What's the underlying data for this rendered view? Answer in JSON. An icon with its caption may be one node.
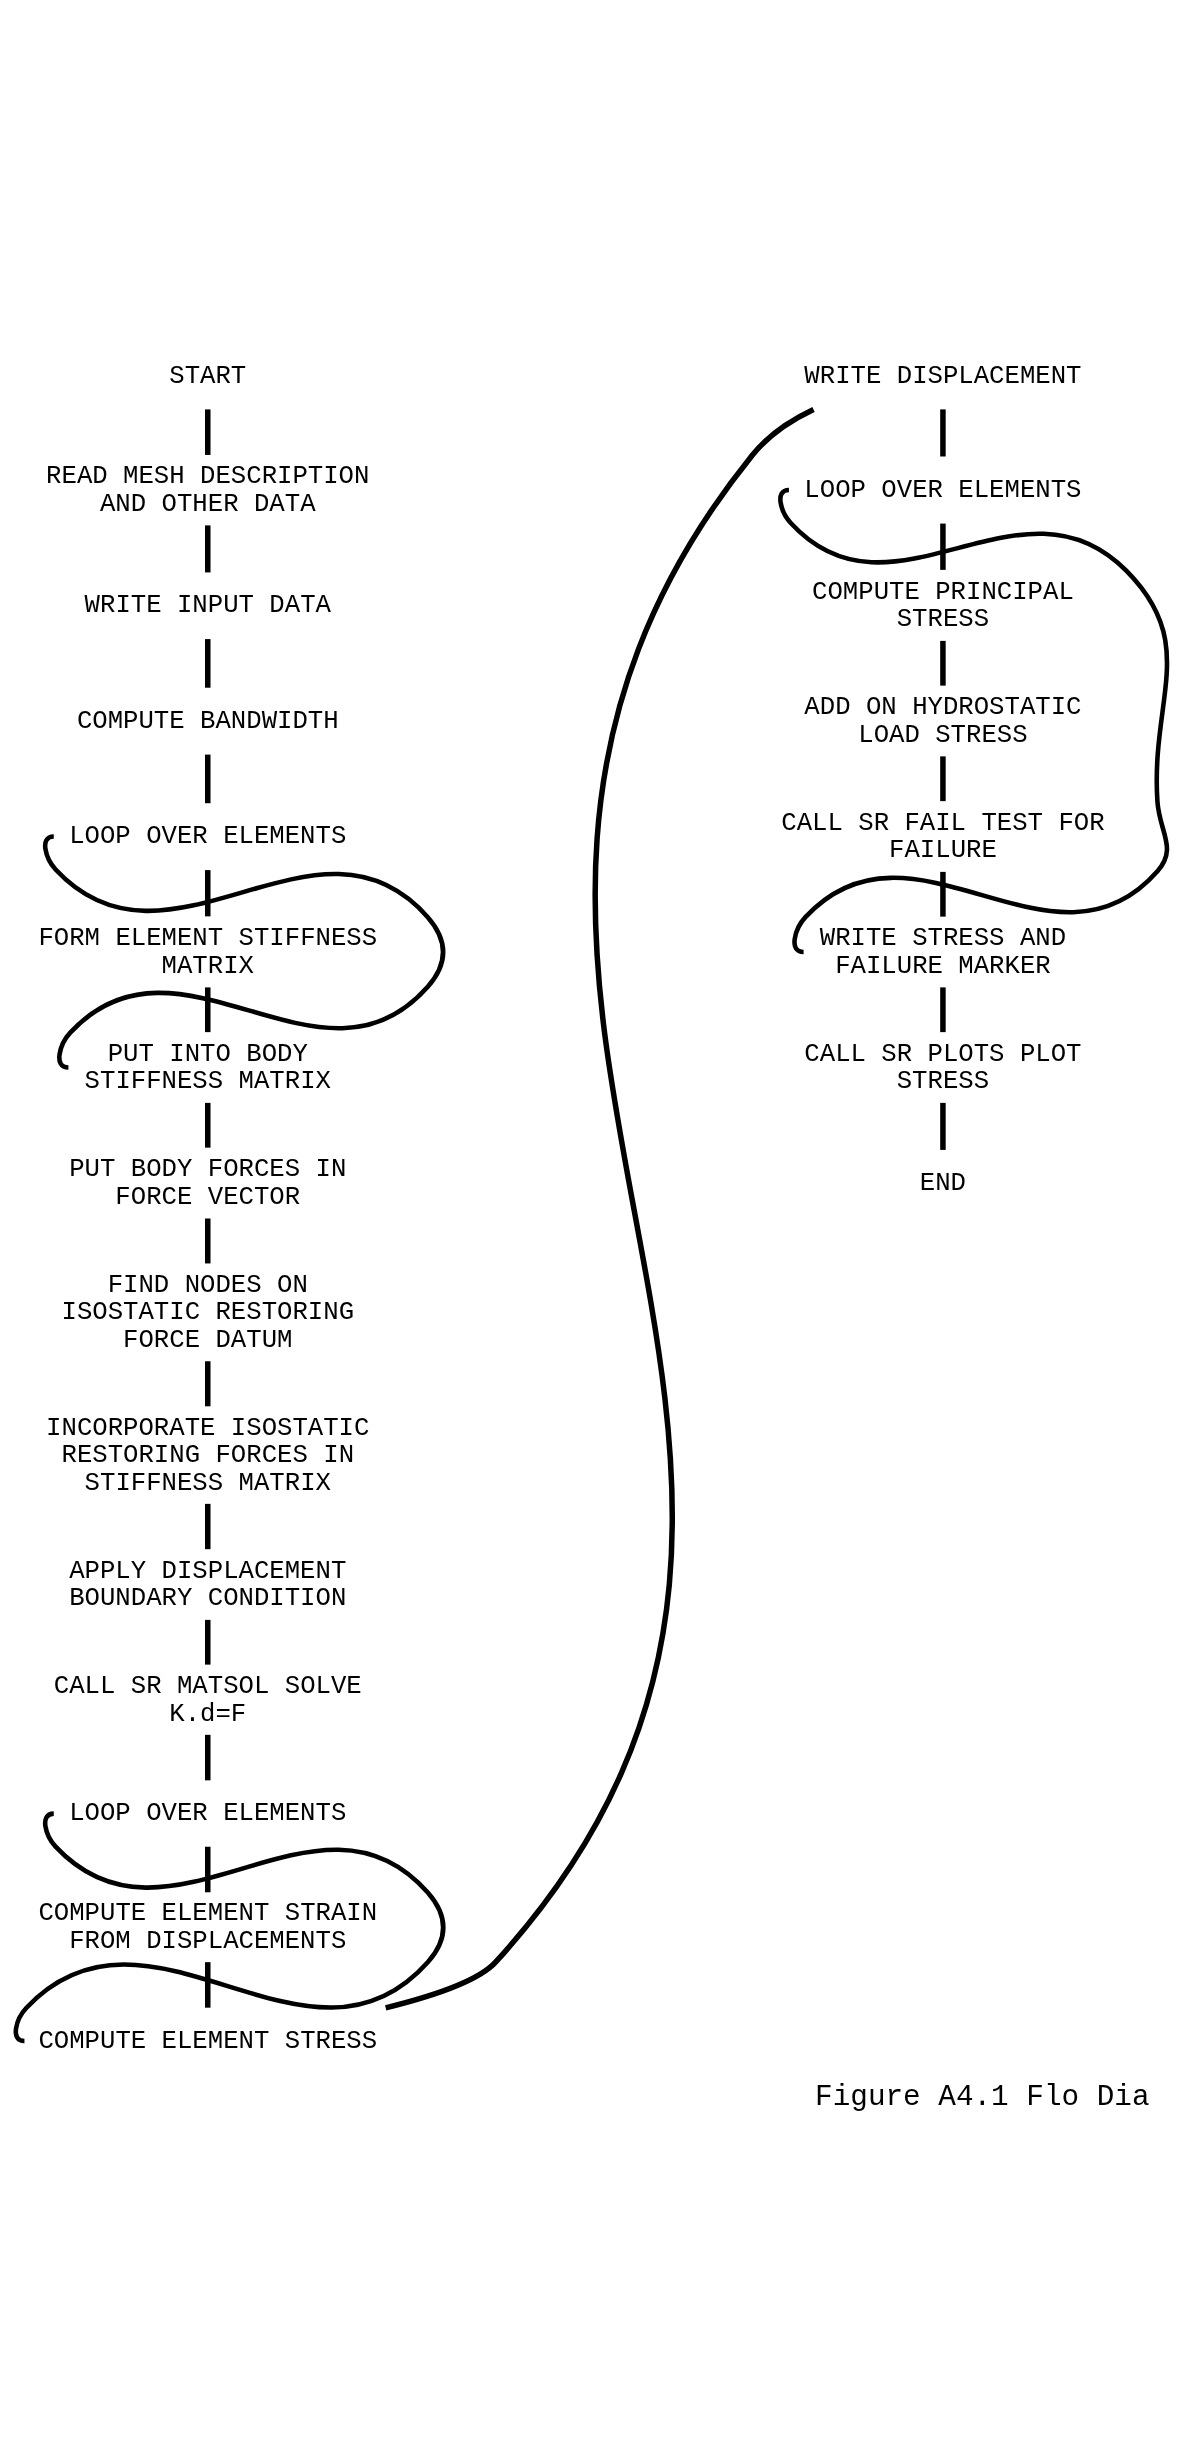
{
  "diagram": {
    "caption": "Figure A4.1 Flo Dia",
    "nodes": [
      {
        "text": [
          "START"
        ]
      },
      {
        "text": [
          "READ MESH DESCRIPTION AND OTHER DATA"
        ]
      },
      {
        "text": [
          "WRITE INPUT DATA"
        ]
      },
      {
        "text": [
          "COMPUTE BANDWIDTH"
        ]
      },
      {
        "text": [
          "LOOP OVER ELEMENTS"
        ]
      },
      {
        "text": [
          "FORM ELEMENT STIFFNESS MATRIX"
        ]
      },
      {
        "text": [
          "PUT INTO BODY STIFFNESS MATRIX"
        ]
      },
      {
        "text": [
          "PUT BODY FORCES IN FORCE VECTOR"
        ]
      },
      {
        "text": [
          "FIND NODES ON ISOSTATIC RESTORING FORCE DATUM"
        ]
      },
      {
        "text": [
          "INCORPORATE ISOSTATIC RESTORING FORCES IN STIFFNESS MATRIX"
        ]
      },
      {
        "text": [
          "APPLY DISPLACEMENT BOUNDARY CONDITION"
        ]
      },
      {
        "text": [
          "CALL SR MATSOL SOLVE K.d=F"
        ]
      },
      {
        "text": [
          "LOOP OVER ELEMENTS"
        ]
      },
      {
        "text": [
          "COMPUTE ELEMENT STRAIN FROM DISPLACEMENTS"
        ]
      },
      {
        "text": [
          "COMPUTE ELEMENT STRESS"
        ]
      },
      {
        "text": [
          "WRITE DISPLACEMENT"
        ]
      },
      {
        "text": [
          "LOOP OVER ELEMENTS"
        ]
      },
      {
        "text": [
          "COMPUTE PRINCIPAL STRESS"
        ]
      },
      {
        "text": [
          "ADD ON HYDROSTATIC LOAD STRESS"
        ]
      },
      {
        "text": [
          "CALL SR FAIL TEST FOR FAILURE"
        ]
      },
      {
        "text": [
          "WRITE STRESS AND FAILURE MARKER"
        ]
      },
      {
        "text": [
          "CALL SR PLOTS PLOT STRESS"
        ]
      },
      {
        "text": [
          "END"
        ]
      }
    ],
    "edges": [
      {
        "from": 0,
        "to": 1,
        "arrow": "none"
      },
      {
        "from": 1,
        "to": 2,
        "arrow": "none"
      },
      {
        "from": 2,
        "to": 3,
        "arrow": "none"
      },
      {
        "from": 3,
        "to": 4,
        "arrow": "none"
      },
      {
        "from": 4,
        "to": 5,
        "arrow": "none"
      },
      {
        "from": 5,
        "to": 6,
        "arrow": "none"
      },
      {
        "from": 6,
        "to": 7,
        "arrow": "none"
      },
      {
        "from": 7,
        "to": 8,
        "arrow": "none"
      },
      {
        "from": 8,
        "to": 9,
        "arrow": "none"
      },
      {
        "from": 9,
        "to": 10,
        "arrow": "none"
      },
      {
        "from": 10,
        "to": 11,
        "arrow": "none"
      },
      {
        "from": 11,
        "to": 12,
        "arrow": "none"
      },
      {
        "from": 12,
        "to": 13,
        "arrow": "none"
      },
      {
        "from": 13,
        "to": 14,
        "arrow": "none"
      },
      {
        "from": 14,
        "to": 15,
        "arrow": "none"
      },
      {
        "from": 15,
        "to": 16,
        "arrow": "none"
      },
      {
        "from": 16,
        "to": 17,
        "arrow": "none"
      },
      {
        "from": 17,
        "to": 18,
        "arrow": "none"
      },
      {
        "from": 18,
        "to": 19,
        "arrow": "none"
      },
      {
        "from": 19,
        "to": 20,
        "arrow": "none"
      },
      {
        "from": 20,
        "to": 21,
        "arrow": "none"
      },
      {
        "from": 21,
        "to": 22,
        "arrow": "none"
      },
      {
        "from": 4,
        "to": 6,
        "arrow": "none"
      },
      {
        "from": 12,
        "to": 14,
        "arrow": "none"
      },
      {
        "from": 16,
        "to": 20,
        "arrow": "none"
      }
    ]
  }
}
